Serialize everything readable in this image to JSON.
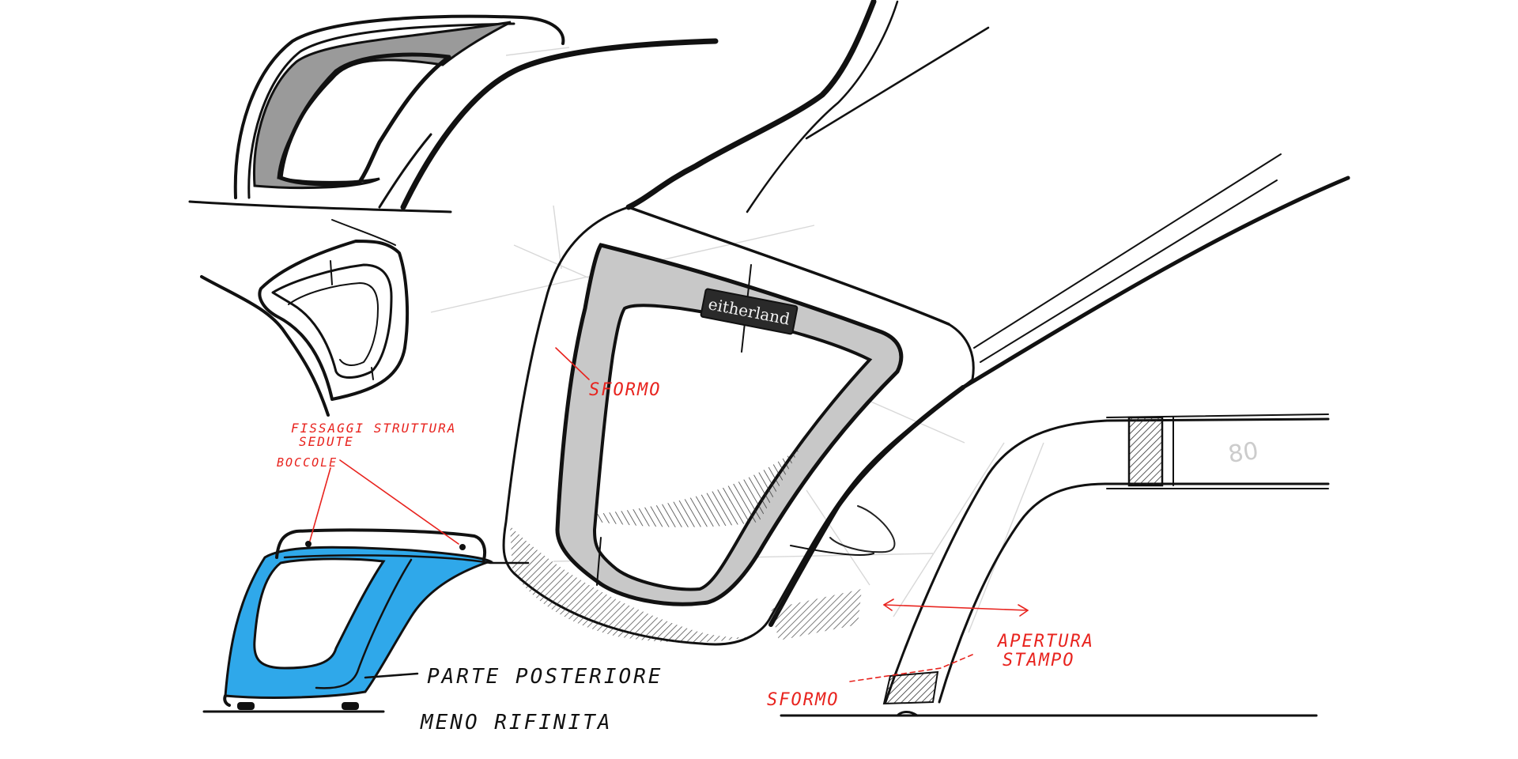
{
  "labels": {
    "brand": "eitherland",
    "sformo_main": "SFORMO",
    "fissaggi_line1": "FISSAGGI STRUTTURA",
    "fissaggi_line2": "SEDUTE",
    "boccole": "BOCCOLE",
    "parte_posteriore": "PARTE POSTERIORE",
    "meno_rifinita": "MENO RIFINITA",
    "apertura_line1": "APERTURA",
    "apertura_line2": "STAMPO",
    "sformo_section": "SFORMO",
    "dimension": "80"
  },
  "colors": {
    "ink": "#111111",
    "annotation": "#e8231e",
    "blue_fill": "#2fa8ea",
    "grey_fill": "#c8c8c8",
    "dark_grey_fill": "#9a9a9a",
    "badge": "#2a2a2a"
  }
}
